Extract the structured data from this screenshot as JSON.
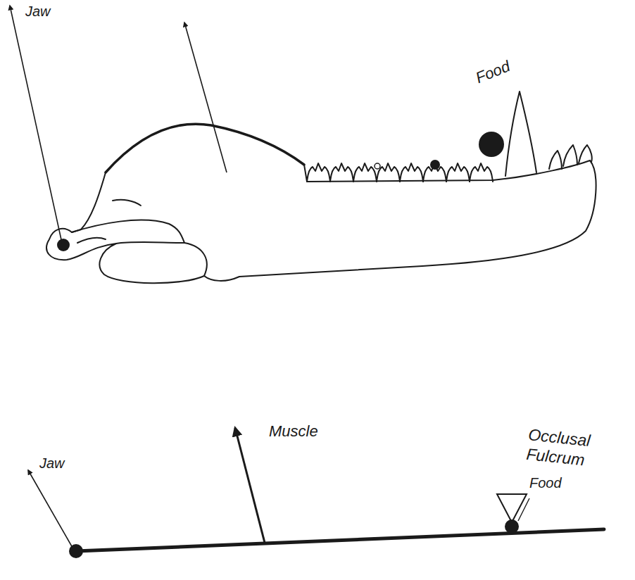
{
  "diagram": {
    "labels": [
      "Jaw",
      "Food",
      "Jaw",
      "Muscle",
      "Occlusal Fulcrum",
      "Food"
    ]
  }
}
